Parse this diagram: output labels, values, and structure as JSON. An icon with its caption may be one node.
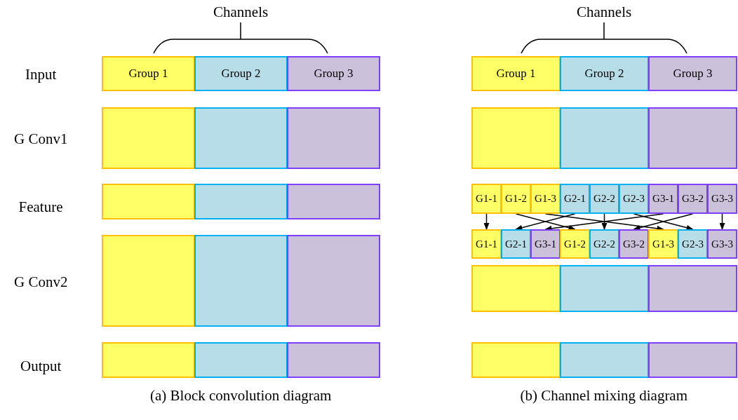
{
  "diagram": {
    "nodes": [
      {
        "text": [
          "Group 1"
        ]
      },
      {
        "text": [
          "Group 2"
        ]
      },
      {
        "text": [
          "Group 3"
        ]
      },
      {
        "text": [],
        "shape": "box"
      },
      {
        "text": [],
        "shape": "box"
      },
      {
        "text": [],
        "shape": "box"
      },
      {
        "text": [],
        "shape": "box"
      },
      {
        "text": [],
        "shape": "box"
      },
      {
        "text": [],
        "shape": "box"
      },
      {
        "text": [],
        "shape": "box"
      },
      {
        "text": [],
        "shape": "box"
      },
      {
        "text": [],
        "shape": "box"
      },
      {
        "text": [],
        "shape": "box"
      },
      {
        "text": [],
        "shape": "box"
      },
      {
        "text": [],
        "shape": "box"
      },
      {
        "text": [
          "Group 1"
        ]
      },
      {
        "text": [
          "Group 2"
        ]
      },
      {
        "text": [
          "Group 3"
        ]
      },
      {
        "text": [],
        "shape": "box"
      },
      {
        "text": [],
        "shape": "box"
      },
      {
        "text": [],
        "shape": "box"
      },
      {
        "text": [
          "G1-1"
        ]
      },
      {
        "text": [
          "G1-2"
        ]
      },
      {
        "text": [
          "G1-3"
        ]
      },
      {
        "text": [
          "G2-1"
        ]
      },
      {
        "text": [
          "G2-2"
        ]
      },
      {
        "text": [
          "G2-3"
        ]
      },
      {
        "text": [
          "G3-1"
        ]
      },
      {
        "text": [
          "G3-2"
        ]
      },
      {
        "text": [
          "G3-3"
        ]
      },
      {
        "text": [
          "G1-1"
        ]
      },
      {
        "text": [
          "G2-1"
        ]
      },
      {
        "text": [
          "G3-1"
        ]
      },
      {
        "text": [
          "G1-2"
        ]
      },
      {
        "text": [
          "G2-2"
        ]
      },
      {
        "text": [
          "G3-2"
        ]
      },
      {
        "text": [
          "G1-3"
        ]
      },
      {
        "text": [
          "G2-3"
        ]
      },
      {
        "text": [
          "G3-3"
        ]
      },
      {
        "text": [],
        "shape": "box"
      },
      {
        "text": [],
        "shape": "box"
      },
      {
        "text": [],
        "shape": "box"
      },
      {
        "text": [],
        "shape": "box"
      },
      {
        "text": [],
        "shape": "box"
      },
      {
        "text": [],
        "shape": "box"
      }
    ],
    "edges": [
      {
        "from": 21,
        "to": 30,
        "arrow": "to"
      },
      {
        "from": 22,
        "to": 33,
        "arrow": "to"
      },
      {
        "from": 23,
        "to": 36,
        "arrow": "to"
      },
      {
        "from": 24,
        "to": 31,
        "arrow": "to"
      },
      {
        "from": 25,
        "to": 34,
        "arrow": "to"
      },
      {
        "from": 26,
        "to": 37,
        "arrow": "to"
      },
      {
        "from": 27,
        "to": 32,
        "arrow": "to"
      },
      {
        "from": 28,
        "to": 35,
        "arrow": "to"
      },
      {
        "from": 29,
        "to": 38,
        "arrow": "to"
      }
    ],
    "labels": [
      "Channels",
      "Channels",
      "Input",
      "G Conv1",
      "Feature",
      "G Conv2",
      "Output",
      "(a) Block convolution diagram",
      "(b) Channel mixing diagram"
    ]
  }
}
